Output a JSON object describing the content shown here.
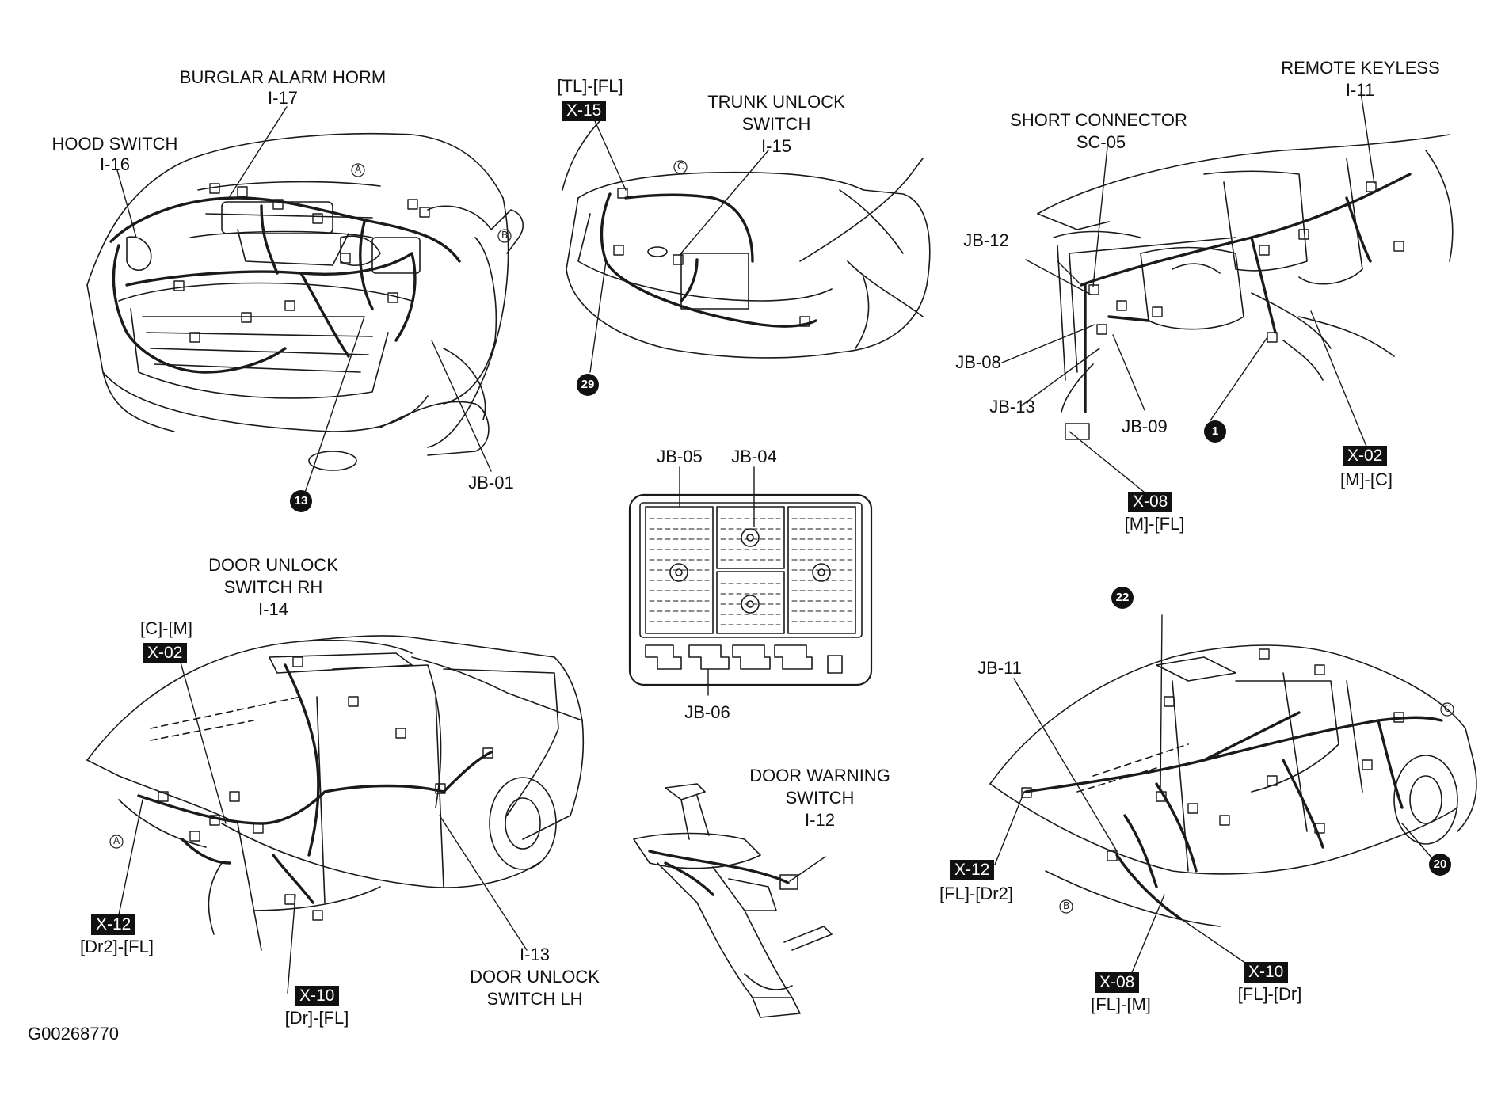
{
  "figure_id": "G00268770",
  "labels": {
    "burglar_alarm_title": "BURGLAR ALARM HORM",
    "burglar_alarm_id": "I-17",
    "hood_switch_title": "HOOD SWITCH",
    "hood_switch_id": "I-16",
    "jb01": "JB-01",
    "tl_fl": "[TL]-[FL]",
    "x15": "X-15",
    "trunk_unlock_line1": "TRUNK UNLOCK",
    "trunk_unlock_line2": "SWITCH",
    "trunk_unlock_id": "I-15",
    "remote_keyless_title": "REMOTE KEYLESS",
    "remote_keyless_id": "I-11",
    "short_connector_title": "SHORT CONNECTOR",
    "short_connector_id": "SC-05",
    "jb12": "JB-12",
    "jb08": "JB-08",
    "jb13": "JB-13",
    "jb09": "JB-09",
    "x02_dash": "X-02",
    "m_c": "[M]-[C]",
    "x08_dash": "X-08",
    "m_fl": "[M]-[FL]",
    "jb05": "JB-05",
    "jb04": "JB-04",
    "jb06": "JB-06",
    "door_unlock_rh_line1": "DOOR UNLOCK",
    "door_unlock_rh_line2": "SWITCH RH",
    "door_unlock_rh_id": "I-14",
    "c_m": "[C]-[M]",
    "x02_left": "X-02",
    "x12_left": "X-12",
    "dr2_fl": "[Dr2]-[FL]",
    "x10_left": "X-10",
    "dr_fl": "[Dr]-[FL]",
    "door_unlock_lh_id": "I-13",
    "door_unlock_lh_line1": "DOOR UNLOCK",
    "door_unlock_lh_line2": "SWITCH LH",
    "door_warning_line1": "DOOR WARNING",
    "door_warning_line2": "SWITCH",
    "door_warning_id": "I-12",
    "jb11": "JB-11",
    "x12_right": "X-12",
    "fl_dr2": "[FL]-[Dr2]",
    "x08_right": "X-08",
    "fl_m": "[FL]-[M]",
    "x10_right": "X-10",
    "fl_dr": "[FL]-[Dr]"
  },
  "ground_points": [
    "13",
    "29",
    "1",
    "22",
    "20"
  ],
  "ref_markers": [
    "A",
    "B",
    "C"
  ]
}
